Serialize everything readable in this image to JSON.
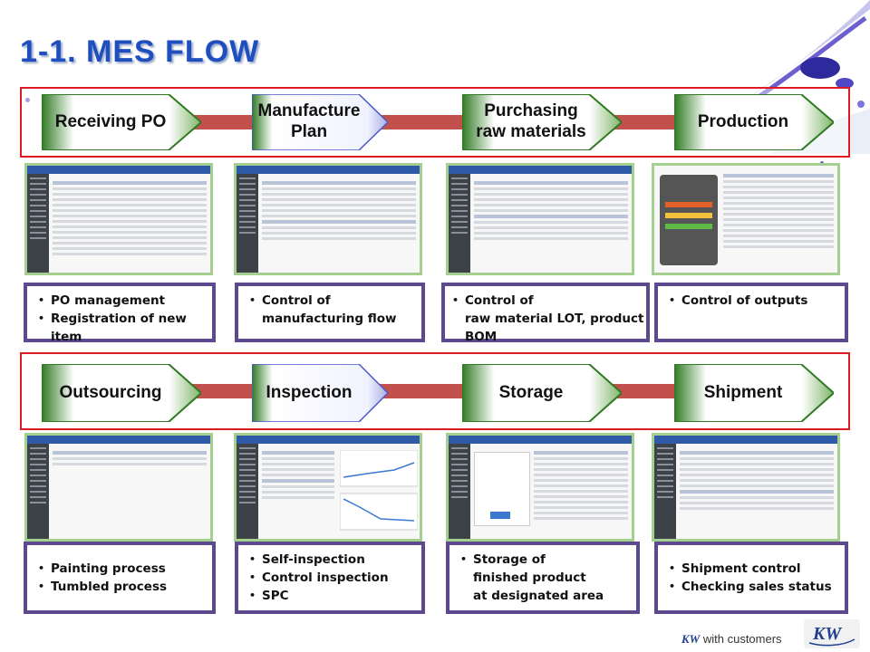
{
  "page": {
    "title": "1-1.  MES   FLOW"
  },
  "flow_rows": [
    {
      "steps": [
        {
          "label": "Receiving PO"
        },
        {
          "label": "Manufacture\nPlan"
        },
        {
          "label": "Purchasing\nraw materials"
        },
        {
          "label": "Production"
        }
      ]
    },
    {
      "steps": [
        {
          "label": "Outsourcing"
        },
        {
          "label": "Inspection"
        },
        {
          "label": "Storage"
        },
        {
          "label": "Shipment"
        }
      ]
    }
  ],
  "descriptions": {
    "row1": [
      [
        "PO management",
        "Registration of new item"
      ],
      [
        "Control of\nmanufacturing flow"
      ],
      [
        "Control of\nraw material LOT, product BOM"
      ],
      [
        "Control of outputs"
      ]
    ],
    "row2": [
      [
        "Painting process",
        "Tumbled process"
      ],
      [
        "Self-inspection",
        "Control inspection",
        "SPC"
      ],
      [
        "Storage of\nfinished product\nat designated area"
      ],
      [
        "Shipment control",
        "Checking sales status"
      ]
    ]
  },
  "footer": {
    "brand_mark": "KW",
    "tagline": "with customers",
    "logo_text": "KW"
  },
  "colors": {
    "title": "#1f4fbf",
    "flow_border": "#e01a22",
    "flow_line": "#c2504d",
    "chevron_green": "#3f8a2e",
    "desc_frame": "#5d4a8e",
    "screenshot_border": "#a5cf8e"
  }
}
